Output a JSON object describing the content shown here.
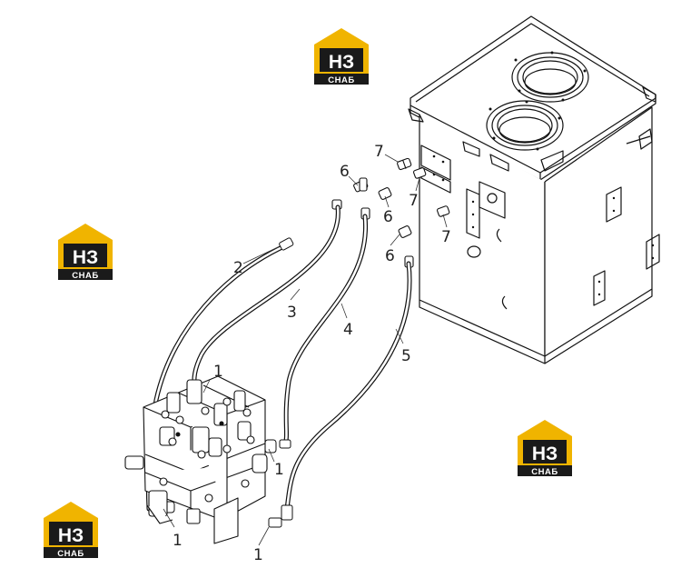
{
  "logo": {
    "top_text": "НЗ",
    "bottom_text": "СНАБ",
    "color_primary": "#f0b400",
    "color_dark": "#1a1a1a"
  },
  "part_labels": {
    "fitting_1a": "1",
    "fitting_1b": "1",
    "fitting_1c": "1",
    "fitting_1d": "1",
    "hose_2": "2",
    "hose_3": "3",
    "hose_4": "4",
    "hose_5": "5",
    "elbow_6a": "6",
    "elbow_6b": "6",
    "elbow_6c": "6",
    "adapter_7a": "7",
    "adapter_7b": "7",
    "adapter_7c": "7"
  }
}
